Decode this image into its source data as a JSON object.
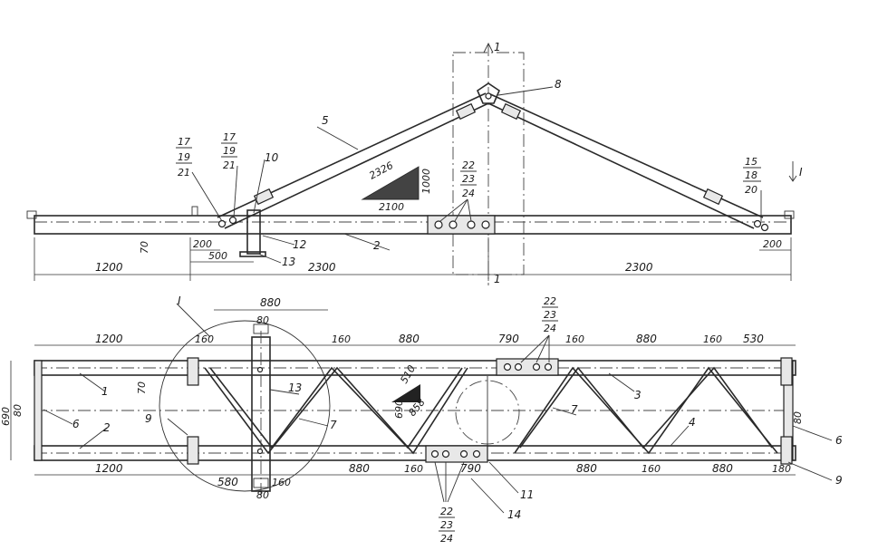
{
  "elevation": {
    "dims_bottom": [
      "1200",
      "2300",
      "2300"
    ],
    "dims_small": [
      "200",
      "500",
      "200"
    ],
    "dim_height": "70",
    "slope": {
      "hyp": "2326",
      "base": "2100",
      "rise": "1000"
    },
    "labels": {
      "p5": "5",
      "p8": "8",
      "p2": "2",
      "p10": "10",
      "p12": "12",
      "p13": "13",
      "left1": [
        "17",
        "19",
        "21"
      ],
      "left2": [
        "17",
        "19",
        "21"
      ],
      "right": [
        "15",
        "18",
        "20"
      ],
      "center": [
        "22",
        "23",
        "24"
      ],
      "sectionI": "I",
      "cut_top": "1",
      "cut_bottom": "1"
    }
  },
  "plan": {
    "dims_top": [
      "880",
      "1200",
      "160",
      "160",
      "880",
      "790",
      "160",
      "880",
      "160",
      "530"
    ],
    "dims_bottom": [
      "1200",
      "580",
      "160",
      "880",
      "160",
      "790",
      "880",
      "160",
      "880",
      "180"
    ],
    "dim_80_top": "80",
    "dim_80_bottom": "80",
    "dim_side": [
      "690",
      "80",
      "70",
      "80"
    ],
    "diag_rhs": {
      "a": "510",
      "b": "858",
      "c": "690"
    },
    "labels": {
      "p1": "1",
      "p2": "2",
      "p3": "3",
      "p4": "4",
      "p6a": "6",
      "p6b": "6",
      "p7a": "7",
      "p7b": "7",
      "p9a": "9",
      "p9b": "9",
      "p11": "11",
      "p13": "13",
      "p14": "14",
      "sectionI": "I",
      "top_group": [
        "22",
        "23",
        "24"
      ],
      "bottom_group": [
        "22",
        "23",
        "24"
      ]
    }
  }
}
